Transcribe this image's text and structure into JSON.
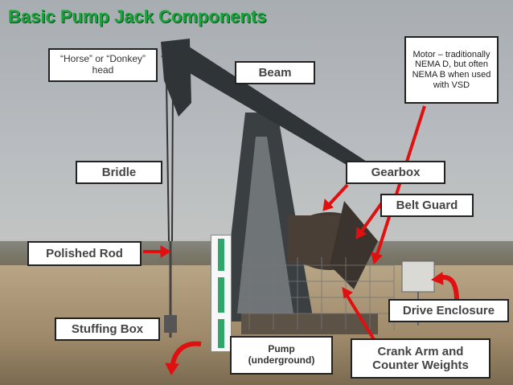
{
  "title": "Basic Pump Jack Components",
  "labels": {
    "horse_head": "“Horse” or “Donkey” head",
    "beam": "Beam",
    "motor": "Motor – traditionally NEMA D, but often NEMA B when used with VSD",
    "bridle": "Bridle",
    "gearbox": "Gearbox",
    "belt_guard": "Belt Guard",
    "polished_rod": "Polished Rod",
    "drive_enclosure": "Drive Enclosure",
    "stuffing_box": "Stuffing Box",
    "pump": "Pump (underground)",
    "crank_arm": "Crank Arm and Counter Weights"
  },
  "colors": {
    "title": "#1aa33c",
    "arrow": "#e01010",
    "pump_segment": "#2fa66a"
  }
}
